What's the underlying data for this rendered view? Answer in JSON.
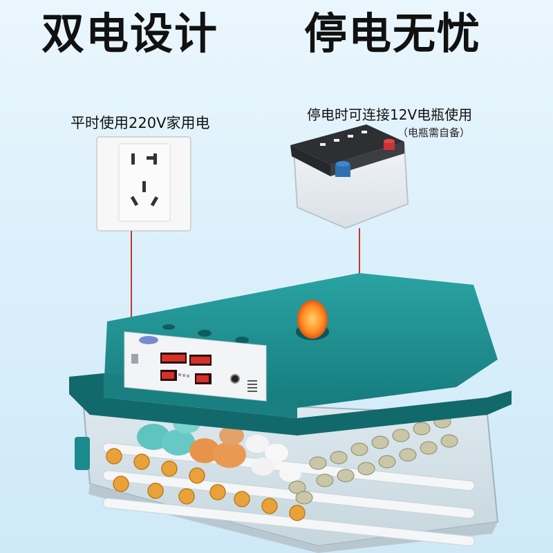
{
  "headline": {
    "left": "双电设计",
    "right": "停电无忧"
  },
  "mains": {
    "caption": "平时使用220V家用电"
  },
  "battery": {
    "caption": "停电时可连接12V电瓶使用",
    "note": "（电瓶需自备）"
  },
  "colors": {
    "lid": "#1b8a8c",
    "lid_dark": "#12696b",
    "wire": "#c0392b",
    "display_digits": "#ff3b2f",
    "egg_glow": "#ff8a1f"
  },
  "icons": [
    "wall-socket-icon",
    "car-battery-icon",
    "egg-candling-light-icon",
    "gear-icon",
    "egg-icon"
  ]
}
